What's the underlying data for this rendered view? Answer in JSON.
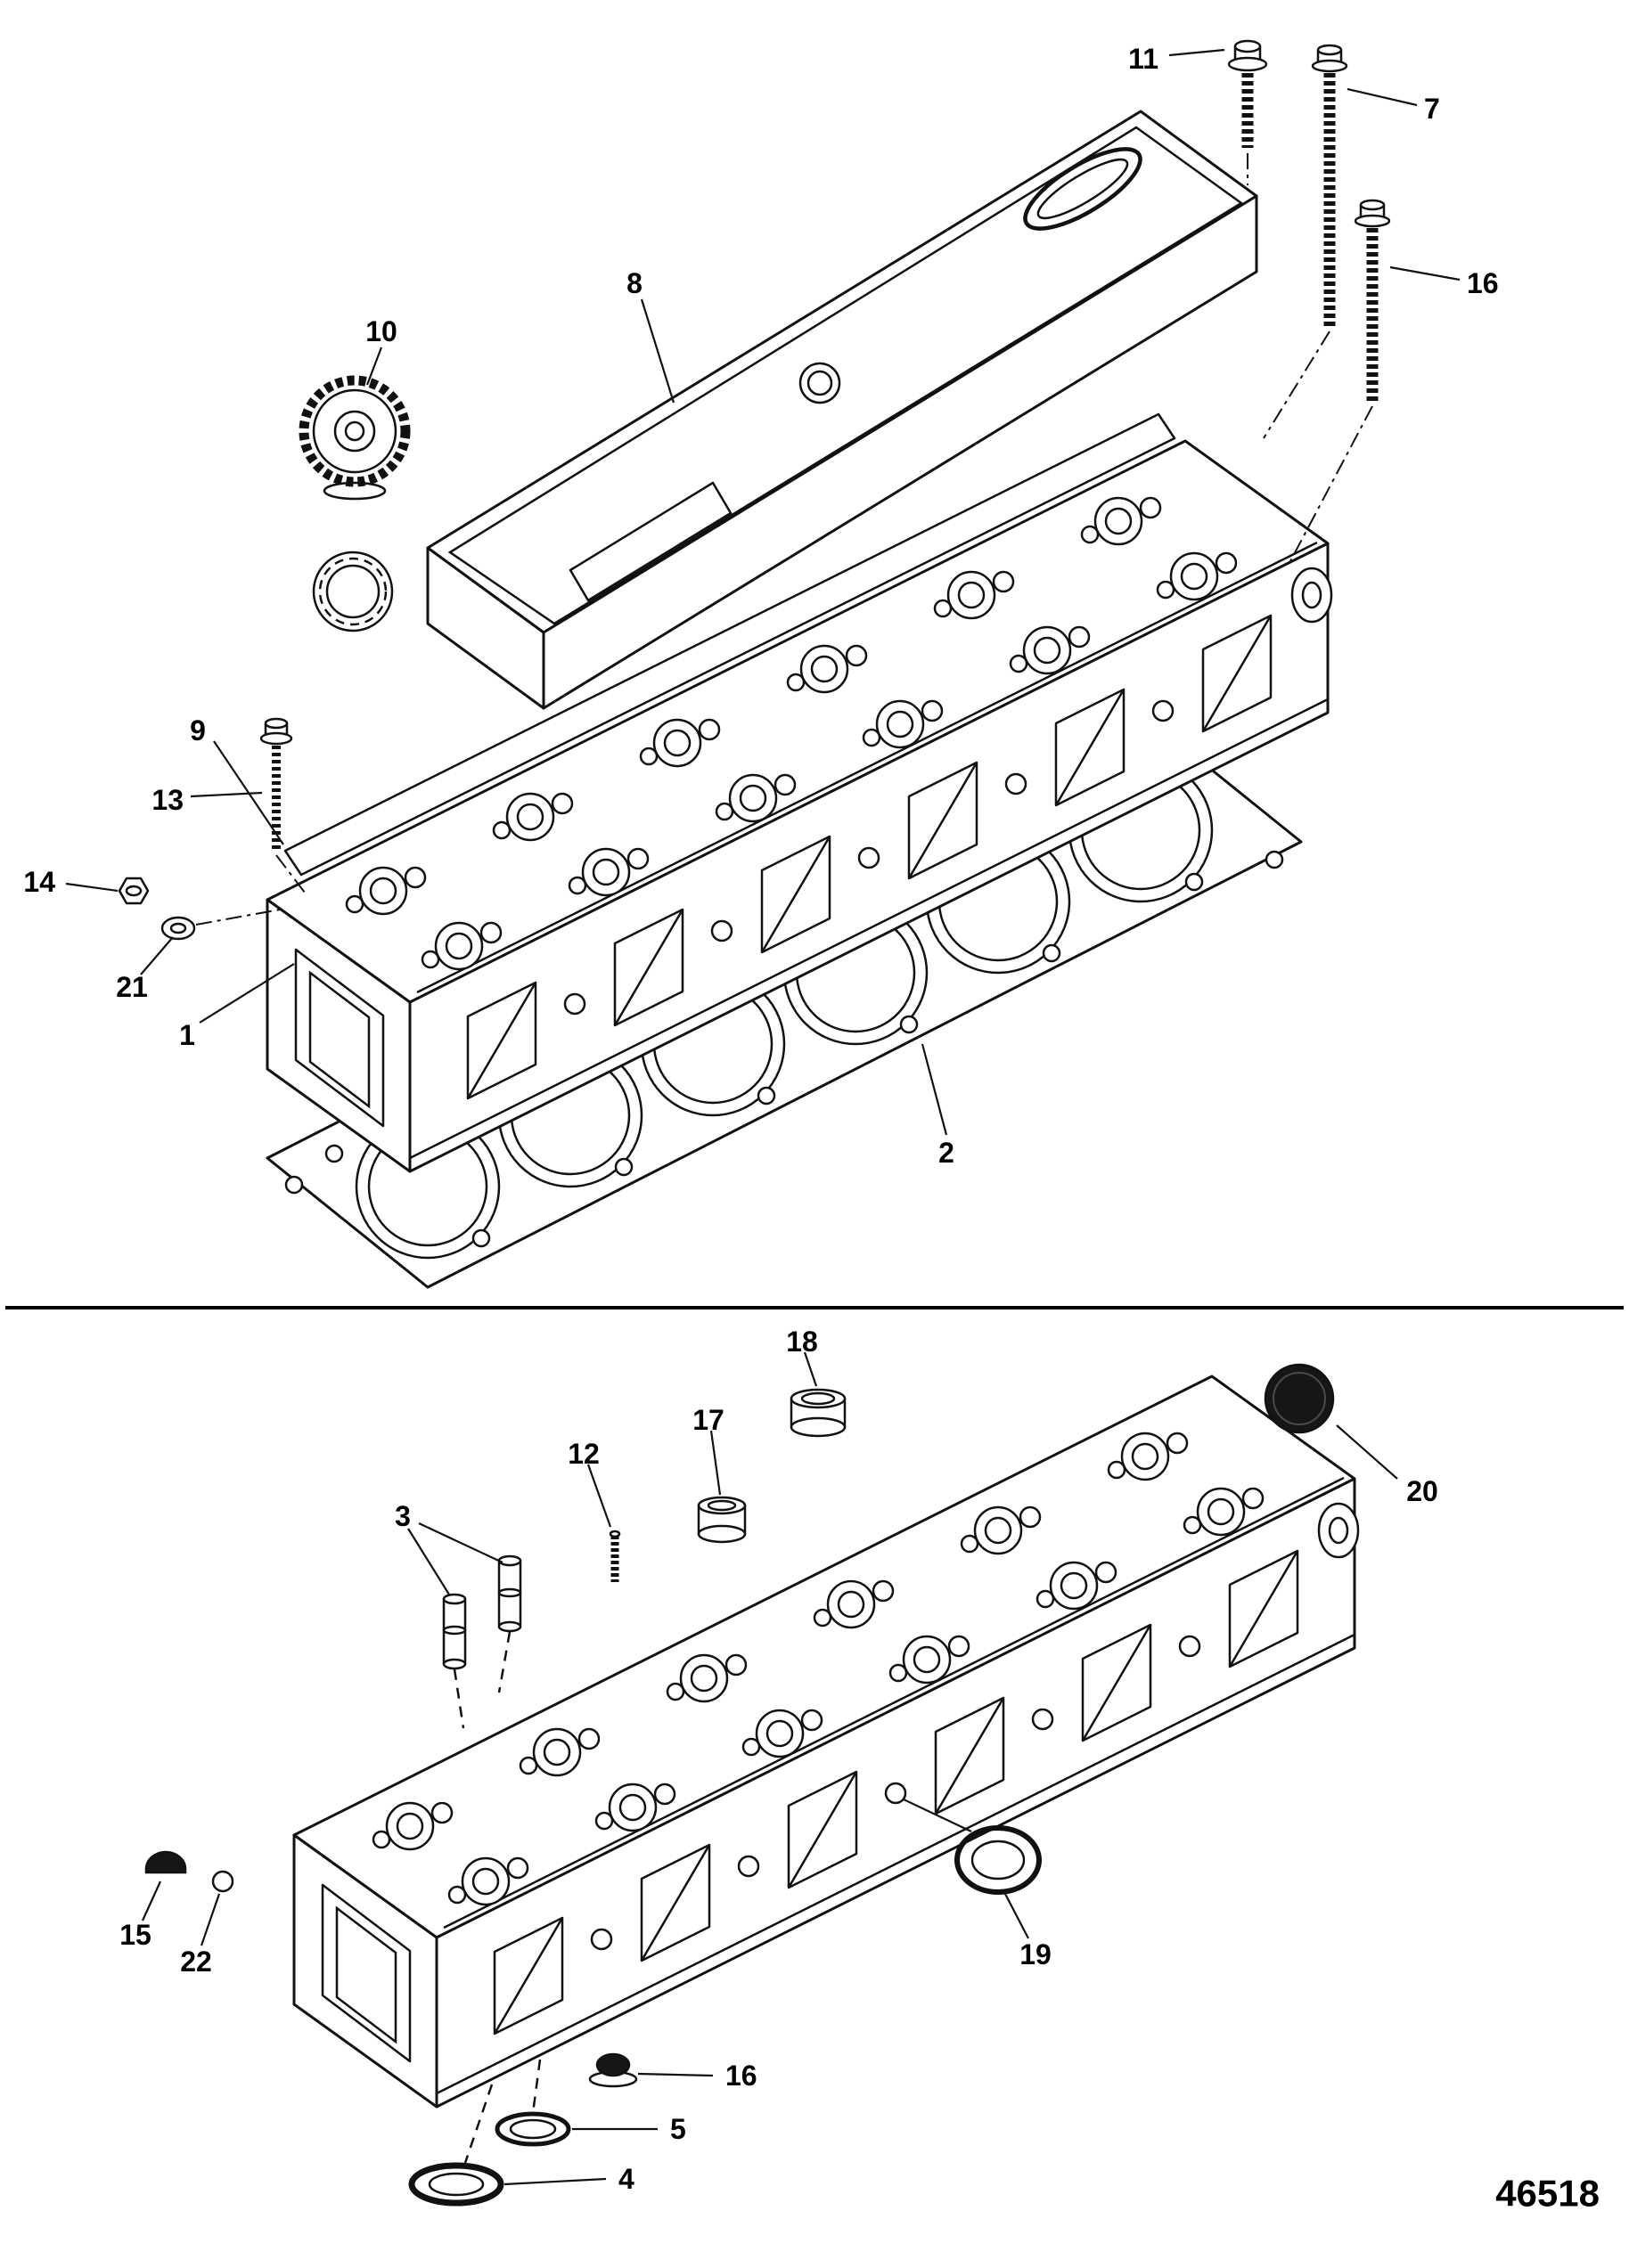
{
  "drawing": {
    "number": "46518"
  },
  "sections": {
    "top": {
      "callouts": [
        "11",
        "7",
        "16",
        "8",
        "10",
        "9",
        "13",
        "14",
        "21",
        "1",
        "2"
      ]
    },
    "bottom": {
      "callouts": [
        "18",
        "17",
        "12",
        "20",
        "3",
        "19",
        "15",
        "22",
        "16",
        "5",
        "4"
      ]
    }
  },
  "colors": {
    "line": "#111111",
    "background": "#ffffff",
    "dark_fill": "#161616"
  }
}
